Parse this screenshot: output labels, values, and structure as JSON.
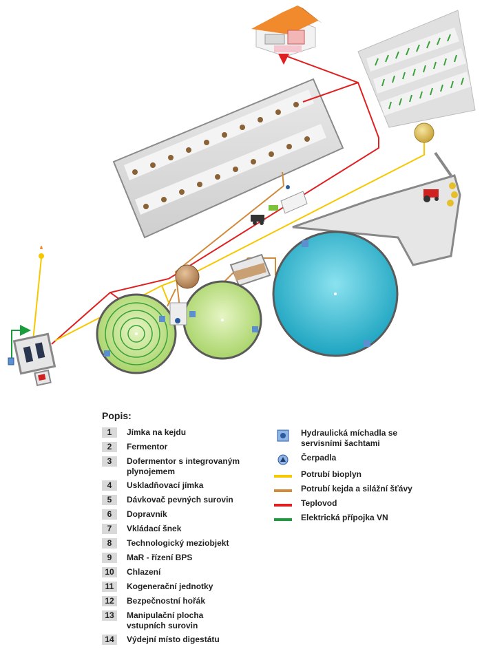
{
  "legend": {
    "title": "Popis:",
    "items": [
      {
        "num": "1",
        "label": "Jímka na kejdu"
      },
      {
        "num": "2",
        "label": "Fermentor"
      },
      {
        "num": "3",
        "label": "Dofermentor s integrovaným plynojemem"
      },
      {
        "num": "4",
        "label": "Uskladňovací jímka"
      },
      {
        "num": "5",
        "label": "Dávkovač pevných surovin"
      },
      {
        "num": "6",
        "label": "Dopravník"
      },
      {
        "num": "7",
        "label": "Vkládací šnek"
      },
      {
        "num": "8",
        "label": "Technologický meziobjekt"
      },
      {
        "num": "9",
        "label": "MaR - řízení BPS"
      },
      {
        "num": "10",
        "label": "Chlazení"
      },
      {
        "num": "11",
        "label": "Kogenerační jednotky"
      },
      {
        "num": "12",
        "label": "Bezpečnostní hořák"
      },
      {
        "num": "13",
        "label": "Manipulační plocha vstupních surovin"
      },
      {
        "num": "14",
        "label": "Výdejní místo digestátu"
      }
    ],
    "symbols": [
      {
        "label": "Hydraulická míchadla se servisními šachtami",
        "icon": "mixer-icon",
        "color": "#5b8fd0"
      },
      {
        "label": "Čerpadla",
        "icon": "pump-icon",
        "color": "#2c5aa0"
      },
      {
        "label": "Potrubí bioplyn",
        "icon": "line",
        "color": "#f5c800"
      },
      {
        "label": "Potrubí kejda a silážní šťávy",
        "icon": "line",
        "color": "#d08a3a"
      },
      {
        "label": "Teplovod",
        "icon": "line",
        "color": "#e02020"
      },
      {
        "label": "Elektrická přípojka VN",
        "icon": "line",
        "color": "#1a9e3c"
      }
    ]
  },
  "colors": {
    "gas": "#f5c800",
    "slurry": "#d08a3a",
    "heat": "#e02020",
    "power": "#1a9e3c",
    "fermenter": "#bfe08a",
    "storage": "#2bb3cc"
  }
}
